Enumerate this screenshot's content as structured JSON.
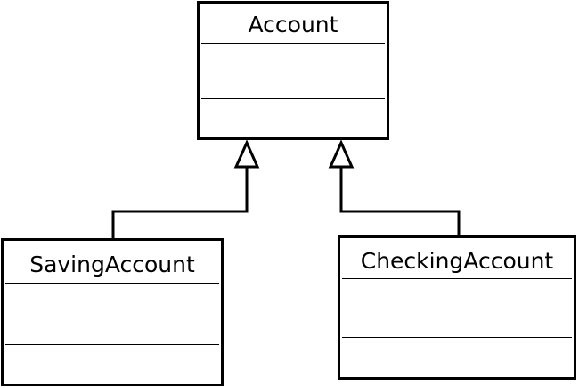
{
  "diagram": {
    "type": "uml-class-inheritance",
    "classes": [
      {
        "id": "account",
        "name": "Account",
        "attributes": [],
        "operations": []
      },
      {
        "id": "saving",
        "name": "SavingAccount",
        "attributes": [],
        "operations": []
      },
      {
        "id": "checking",
        "name": "CheckingAccount",
        "attributes": [],
        "operations": []
      }
    ],
    "relationships": [
      {
        "type": "generalization",
        "from": "SavingAccount",
        "to": "Account"
      },
      {
        "type": "generalization",
        "from": "CheckingAccount",
        "to": "Account"
      }
    ]
  }
}
